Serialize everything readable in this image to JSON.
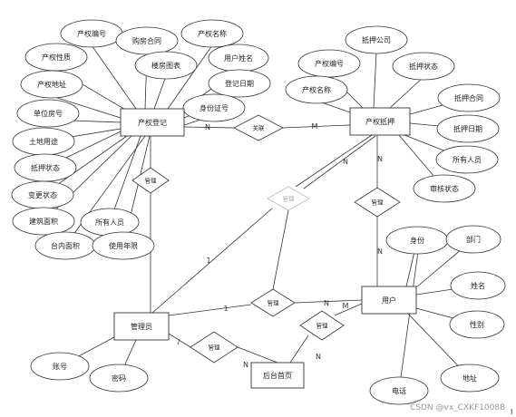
{
  "entities": [
    {
      "id": "chanquan_dengji",
      "label": "产权登记"
    },
    {
      "id": "chanquan_diya",
      "label": "产权抵押"
    },
    {
      "id": "yonghu",
      "label": "用户"
    },
    {
      "id": "guanliyuan",
      "label": "管理员"
    },
    {
      "id": "houtai_shouye",
      "label": "后台首页"
    }
  ],
  "attributes": [
    {
      "entity": "chanquan_dengji",
      "label": "产权编号"
    },
    {
      "entity": "chanquan_dengji",
      "label": "购房合同"
    },
    {
      "entity": "chanquan_dengji",
      "label": "产权名称"
    },
    {
      "entity": "chanquan_dengji",
      "label": "产权性质"
    },
    {
      "entity": "chanquan_dengji",
      "label": "楼房图表"
    },
    {
      "entity": "chanquan_dengji",
      "label": "用户姓名"
    },
    {
      "entity": "chanquan_dengji",
      "label": "产权地址"
    },
    {
      "entity": "chanquan_dengji",
      "label": "登记日期"
    },
    {
      "entity": "chanquan_dengji",
      "label": "单位房号"
    },
    {
      "entity": "chanquan_dengji",
      "label": "身份证号"
    },
    {
      "entity": "chanquan_dengji",
      "label": "土地用途"
    },
    {
      "entity": "chanquan_dengji",
      "label": "抵押状态"
    },
    {
      "entity": "chanquan_dengji",
      "label": "变更状态"
    },
    {
      "entity": "chanquan_dengji",
      "label": "建筑面积"
    },
    {
      "entity": "chanquan_dengji",
      "label": "所有人员"
    },
    {
      "entity": "chanquan_dengji",
      "label": "台内面积"
    },
    {
      "entity": "chanquan_dengji",
      "label": "使用年限"
    },
    {
      "entity": "chanquan_diya",
      "label": "抵押公司"
    },
    {
      "entity": "chanquan_diya",
      "label": "产权编号"
    },
    {
      "entity": "chanquan_diya",
      "label": "抵押状态"
    },
    {
      "entity": "chanquan_diya",
      "label": "产权名称"
    },
    {
      "entity": "chanquan_diya",
      "label": "抵押合同"
    },
    {
      "entity": "chanquan_diya",
      "label": "抵押日期"
    },
    {
      "entity": "chanquan_diya",
      "label": "所有人员"
    },
    {
      "entity": "chanquan_diya",
      "label": "审核状态"
    },
    {
      "entity": "yonghu",
      "label": "身份"
    },
    {
      "entity": "yonghu",
      "label": "部门"
    },
    {
      "entity": "yonghu",
      "label": "姓名"
    },
    {
      "entity": "yonghu",
      "label": "性别"
    },
    {
      "entity": "yonghu",
      "label": "地址"
    },
    {
      "entity": "yonghu",
      "label": "电话"
    },
    {
      "entity": "guanliyuan",
      "label": "账号"
    },
    {
      "entity": "guanliyuan",
      "label": "密码"
    }
  ],
  "relationships": [
    {
      "label": "关联",
      "between": [
        "产权登记",
        "产权抵押"
      ],
      "cardinality": [
        "N",
        "M"
      ]
    },
    {
      "label": "管理",
      "between": [
        "管理员",
        "产权登记"
      ],
      "cardinality": [
        "",
        ""
      ]
    },
    {
      "label": "管理",
      "between": [
        "产权抵押",
        "用户"
      ],
      "cardinality": [
        "N",
        "N"
      ]
    },
    {
      "label": "管理",
      "between": [
        "管理员",
        "产权抵押"
      ],
      "cardinality": [
        "1",
        "N"
      ],
      "faded": true
    },
    {
      "label": "管理",
      "between": [
        "管理员",
        "用户"
      ],
      "cardinality": [
        "1",
        "N"
      ]
    },
    {
      "label": "管理",
      "between": [
        "管理员",
        "后台首页"
      ],
      "cardinality": [
        "/",
        "N"
      ]
    },
    {
      "label": "管理",
      "between": [
        "用户",
        "后台首页"
      ],
      "cardinality": [
        "M",
        "N"
      ]
    }
  ],
  "watermark": "CSDN @vx_CXKF1008B"
}
